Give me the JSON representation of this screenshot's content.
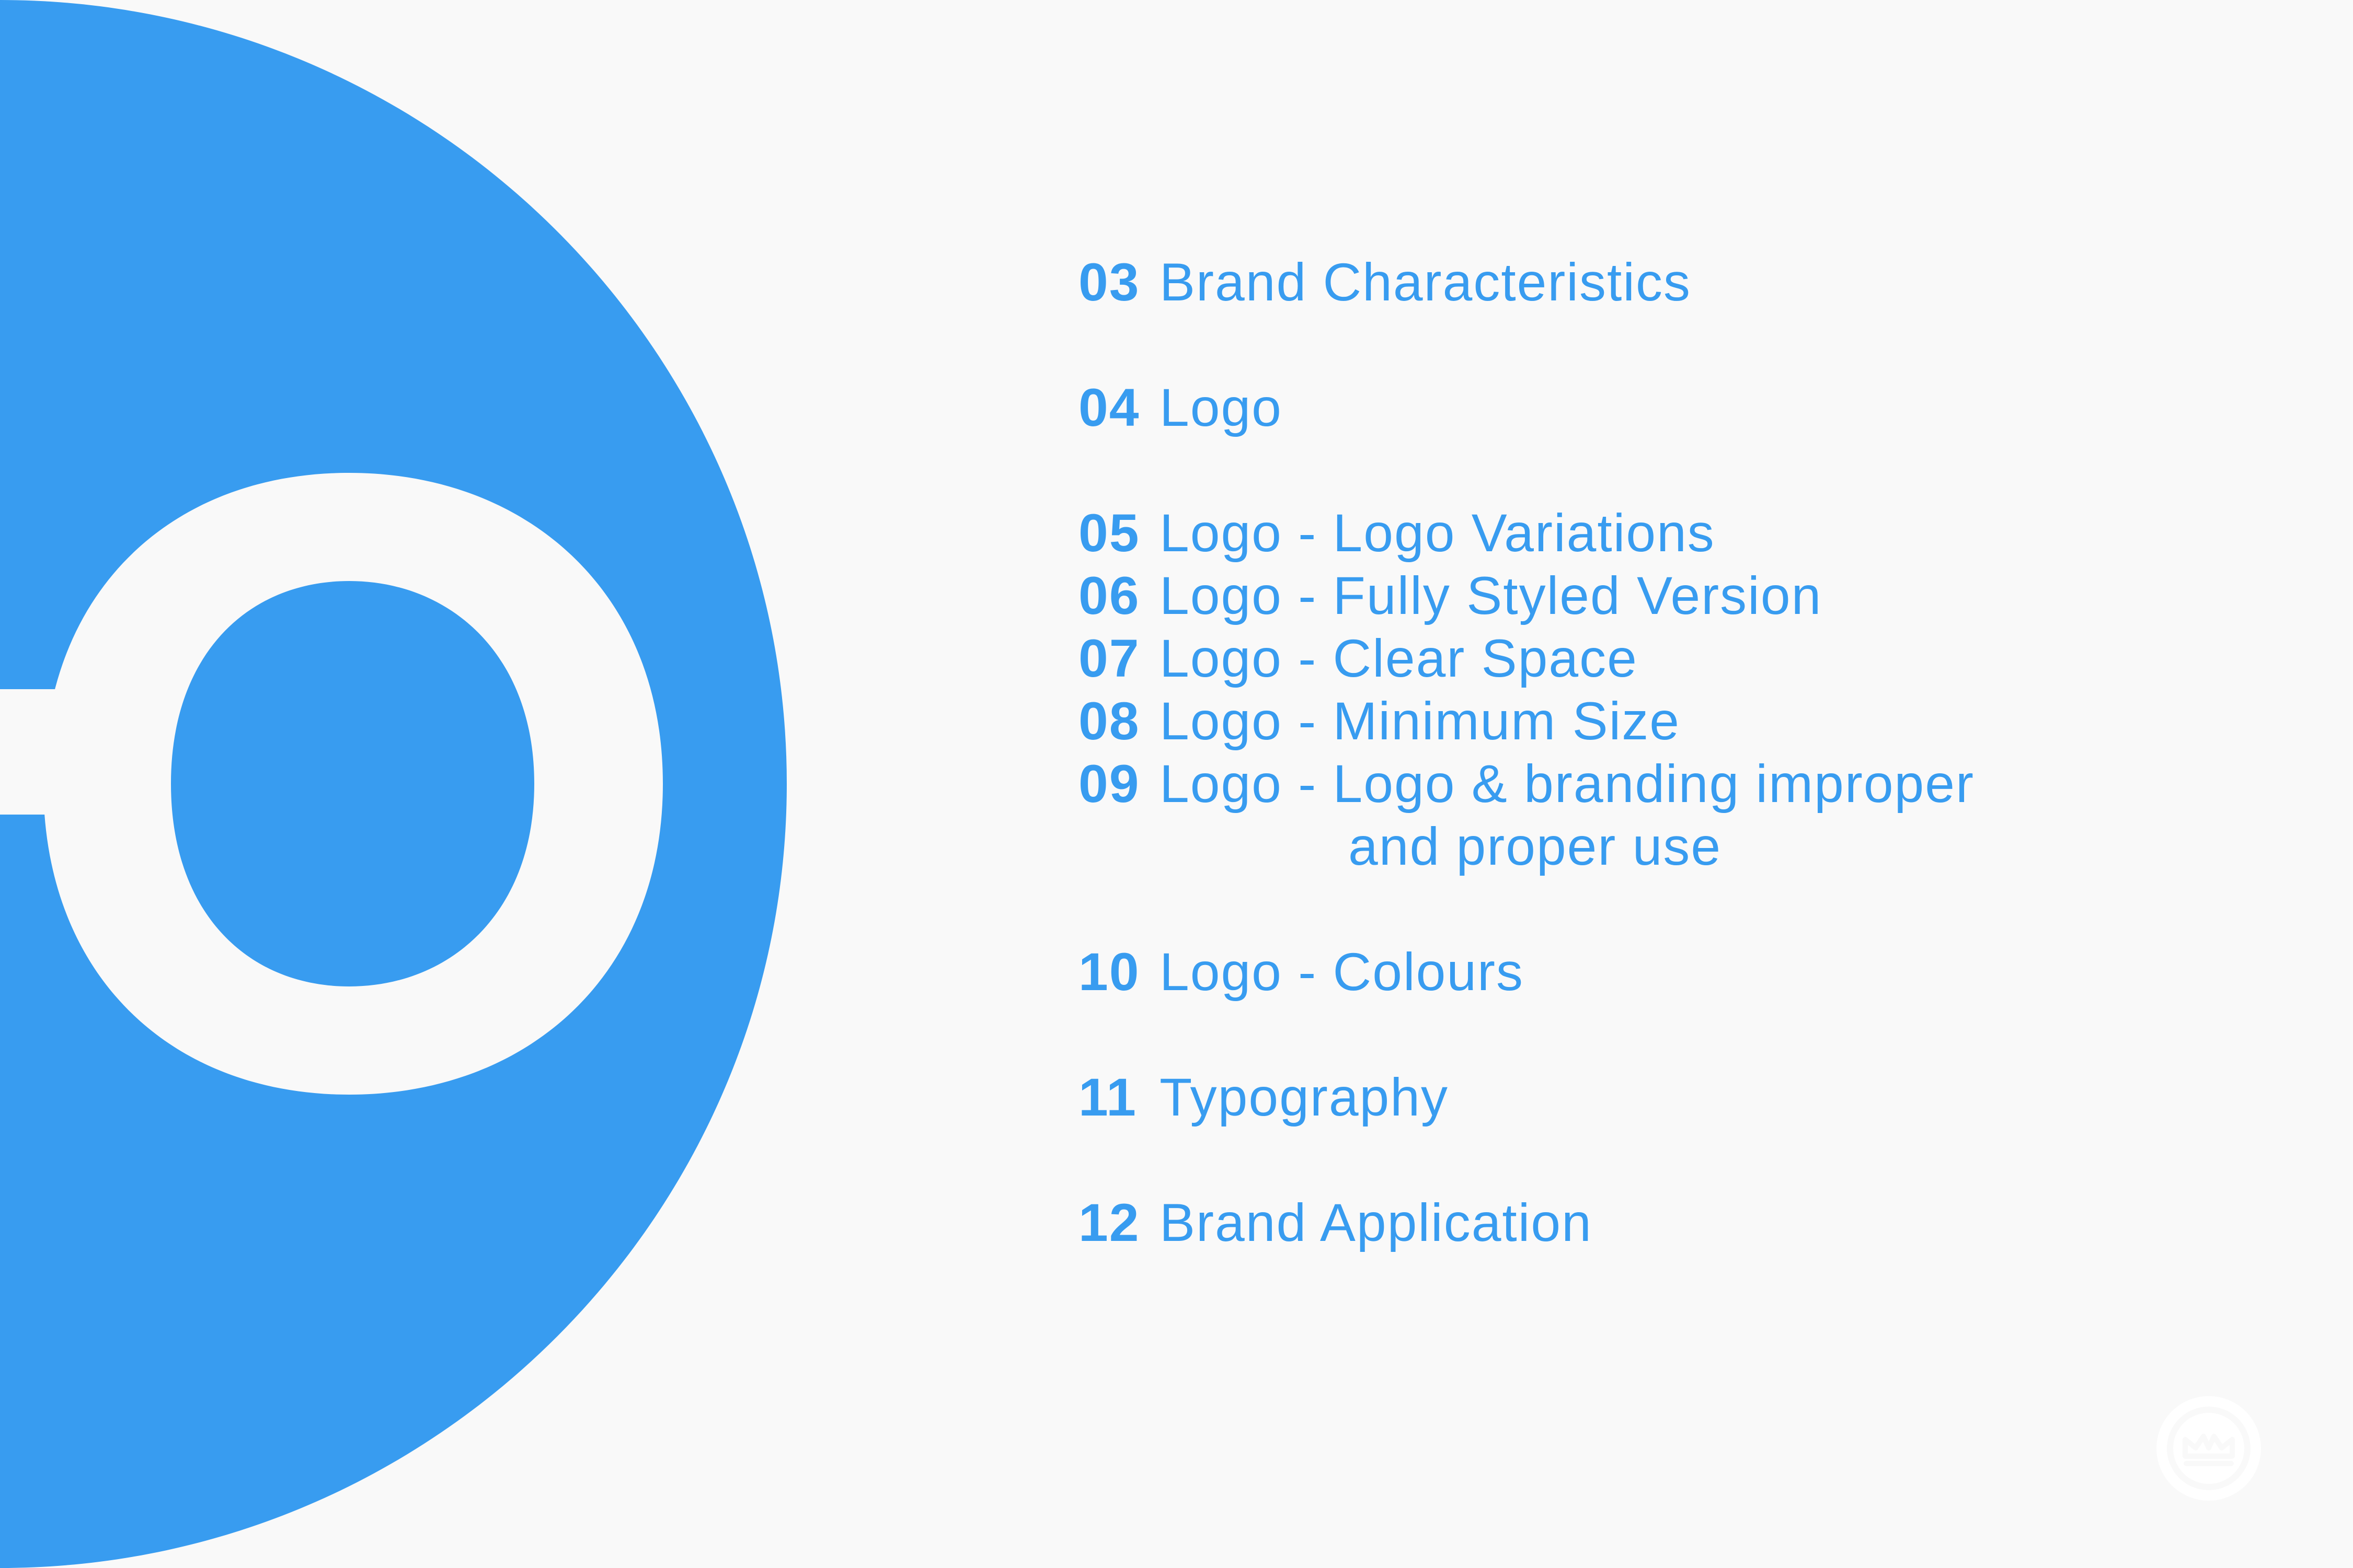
{
  "colors": {
    "brand_blue": "#389cf0",
    "background": "#f9f9f9"
  },
  "toc": {
    "items": [
      {
        "number": "03",
        "title": "Brand Characteristics"
      },
      {
        "number": "04",
        "title": "Logo"
      },
      {
        "number": "05",
        "title": "Logo - Logo Variations"
      },
      {
        "number": "06",
        "title": "Logo - Fully Styled Version"
      },
      {
        "number": "07",
        "title": "Logo - Clear Space"
      },
      {
        "number": "08",
        "title": "Logo - Minimum Size"
      },
      {
        "number": "09",
        "title": "Logo - Logo & branding improper",
        "continuation": "and proper use"
      },
      {
        "number": "10",
        "title": "Logo - Colours"
      },
      {
        "number": "11",
        "title": "Typography"
      },
      {
        "number": "12",
        "title": "Brand Application"
      }
    ]
  },
  "icons": {
    "brand_graphic": "brand-circle-graphic",
    "watermark": "brand-mark-icon"
  }
}
